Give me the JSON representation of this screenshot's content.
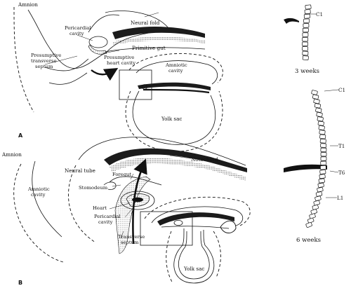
{
  "figure": {
    "panel_a": {
      "letter": "A",
      "labels": {
        "amnion": "Amnion",
        "neural_fold": "Neural fold",
        "pericardial_cavity_1": "Pericardial",
        "pericardial_cavity_2": "cavity",
        "primitive_gut": "Primitive gut",
        "presumptive_septum_1": "Presumptive",
        "presumptive_septum_2": "transverse",
        "presumptive_septum_3": "septum",
        "presumptive_heart_1": "Presumptive",
        "presumptive_heart_2": "heart cavity",
        "amniotic_cavity_1": "Amniotic",
        "amniotic_cavity_2": "cavity",
        "yolk_sac": "Yolk sac"
      }
    },
    "panel_b": {
      "letter": "B",
      "labels": {
        "amnion": "Amnion",
        "neural_tube": "Neural tube",
        "notochord": "Notochord",
        "foregut": "Foregut",
        "stomodeum": "Stomodeum",
        "amniotic_cavity_1": "Amniotic",
        "amniotic_cavity_2": "cavity",
        "heart": "Heart",
        "pericardial_cavity_1": "Pericardial",
        "pericardial_cavity_2": "cavity",
        "transverse_septum_1": "Transverse",
        "transverse_septum_2": "septum",
        "yolk_sac": "Yolk sac"
      }
    },
    "spine_3wk": {
      "label_c1": "C1",
      "caption": "3 weeks"
    },
    "spine_6wk": {
      "label_c1": "C1",
      "label_t1": "T1",
      "label_t6": "T6",
      "label_l1": "L1",
      "caption": "6 weeks"
    }
  }
}
